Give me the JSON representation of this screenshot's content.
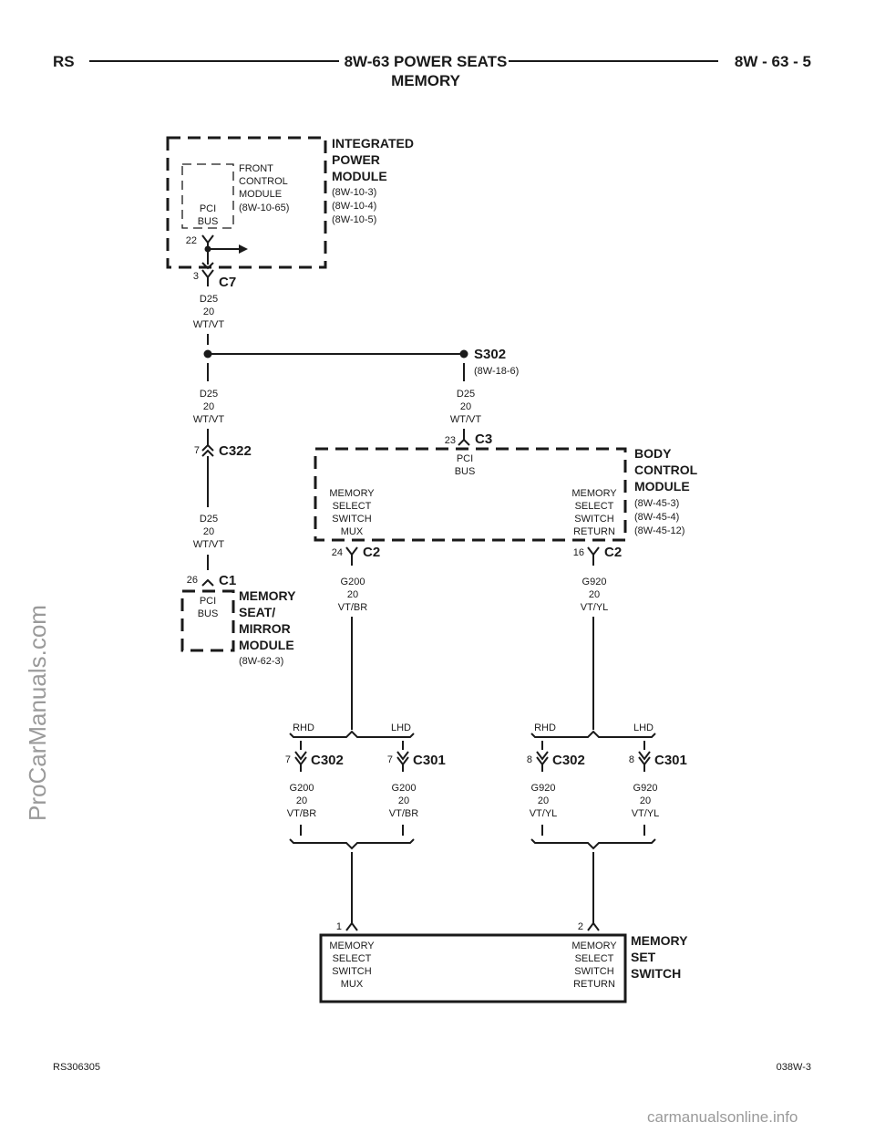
{
  "header": {
    "left": "RS",
    "title_line1": "8W-63 POWER SEATS",
    "title_line2": "MEMORY",
    "right": "8W - 63 - 5"
  },
  "footer": {
    "left": "RS306305",
    "right": "038W-3"
  },
  "watermarks": {
    "side": "ProCarManuals.com",
    "bottom": "carmanualsonline.info"
  },
  "ipm": {
    "name": [
      "INTEGRATED",
      "POWER",
      "MODULE"
    ],
    "refs": [
      "(8W-10-3)",
      "(8W-10-4)",
      "(8W-10-5)"
    ]
  },
  "fcm": {
    "name": [
      "FRONT",
      "CONTROL",
      "MODULE"
    ],
    "ref": "(8W-10-65)",
    "pin_func": [
      "PCI",
      "BUS"
    ],
    "pin": "22"
  },
  "c7": {
    "name": "C7",
    "pin": "3"
  },
  "wire_d25": [
    "D25",
    "20",
    "WT/VT"
  ],
  "s302": {
    "name": "S302",
    "ref": "(8W-18-6)"
  },
  "c322": {
    "name": "C322",
    "pin": "7"
  },
  "c3": {
    "name": "C3",
    "pin": "23"
  },
  "bcm": {
    "name": [
      "BODY",
      "CONTROL",
      "MODULE"
    ],
    "refs": [
      "(8W-45-3)",
      "(8W-45-4)",
      "(8W-45-12)"
    ],
    "pci": [
      "PCI",
      "BUS"
    ],
    "mux_func": [
      "MEMORY",
      "SELECT",
      "SWITCH",
      "MUX"
    ],
    "ret_func": [
      "MEMORY",
      "SELECT",
      "SWITCH",
      "RETURN"
    ]
  },
  "c2_left": {
    "name": "C2",
    "pin": "24"
  },
  "c2_right": {
    "name": "C2",
    "pin": "16"
  },
  "c1": {
    "name": "C1",
    "pin": "26"
  },
  "msmm": {
    "name": [
      "MEMORY",
      "SEAT/",
      "MIRROR",
      "MODULE"
    ],
    "ref": "(8W-62-3)",
    "pci": [
      "PCI",
      "BUS"
    ]
  },
  "wire_g200": [
    "G200",
    "20",
    "VT/BR"
  ],
  "wire_g920": [
    "G920",
    "20",
    "VT/YL"
  ],
  "branch": {
    "rhd": "RHD",
    "lhd": "LHD"
  },
  "c302_left": {
    "name": "C302",
    "pin": "7"
  },
  "c301_left": {
    "name": "C301",
    "pin": "7"
  },
  "c302_right": {
    "name": "C302",
    "pin": "8"
  },
  "c301_right": {
    "name": "C301",
    "pin": "8"
  },
  "mss": {
    "name": [
      "MEMORY",
      "SET",
      "SWITCH"
    ],
    "pin_mux": "1",
    "pin_ret": "2",
    "mux_func": [
      "MEMORY",
      "SELECT",
      "SWITCH",
      "MUX"
    ],
    "ret_func": [
      "MEMORY",
      "SELECT",
      "SWITCH",
      "RETURN"
    ]
  }
}
